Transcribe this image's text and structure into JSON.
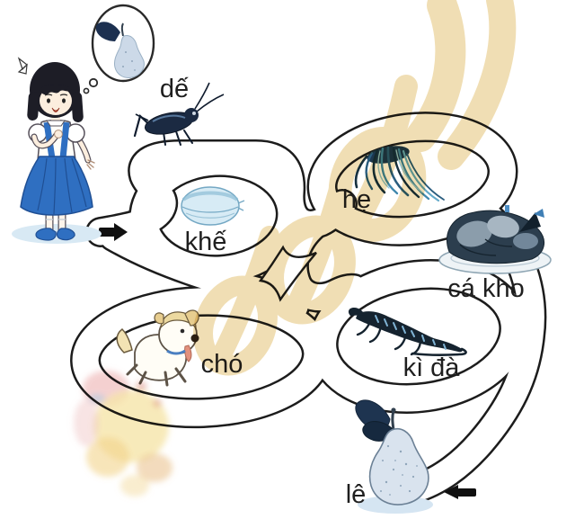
{
  "scene": {
    "description": "Vietnamese reading maze worksheet: a girl follows a winding path to reach the pear",
    "background": "#ffffff"
  },
  "labels": {
    "de": "dế",
    "khe": "khế",
    "he": "hẹ",
    "ca_kho": "cá kho",
    "cho": "chó",
    "ki_da": "kì đà",
    "le": "lê"
  },
  "illustrations": [
    {
      "name": "girl-thinking",
      "icon": "girl-in-blue-pinafore-icon"
    },
    {
      "name": "thought-bubble",
      "icon": "pear-in-bubble-icon"
    },
    {
      "name": "cricket",
      "label_ref": "de"
    },
    {
      "name": "starfruit",
      "label_ref": "khe"
    },
    {
      "name": "chives-bunch",
      "label_ref": "he"
    },
    {
      "name": "braised-fish-plate",
      "label_ref": "ca_kho"
    },
    {
      "name": "puppy",
      "label_ref": "cho"
    },
    {
      "name": "monitor-lizard",
      "label_ref": "ki_da"
    },
    {
      "name": "pear",
      "label_ref": "le"
    }
  ],
  "arrows": {
    "start_direction": "right",
    "end_direction": "left"
  },
  "colors": {
    "line": "#1c1c1c",
    "dress_blue": "#2f6fc1",
    "fruit_blue": "#d7e3ee",
    "watermark_tan": "#f0ddb0",
    "label_text": "#1f1f1f"
  }
}
